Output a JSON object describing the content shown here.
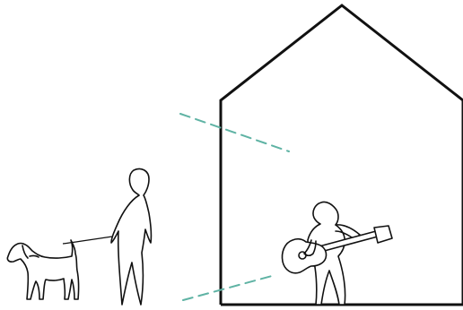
{
  "illustration": {
    "colors": {
      "stroke": "#111111",
      "sound_dash": "#5fb3a4",
      "background": "#ffffff"
    },
    "elements": [
      "house-outline",
      "person-walking-icon",
      "dog-icon",
      "leash",
      "guitar-player-icon",
      "guitar-icon",
      "sound-path-upper",
      "sound-path-lower"
    ]
  }
}
